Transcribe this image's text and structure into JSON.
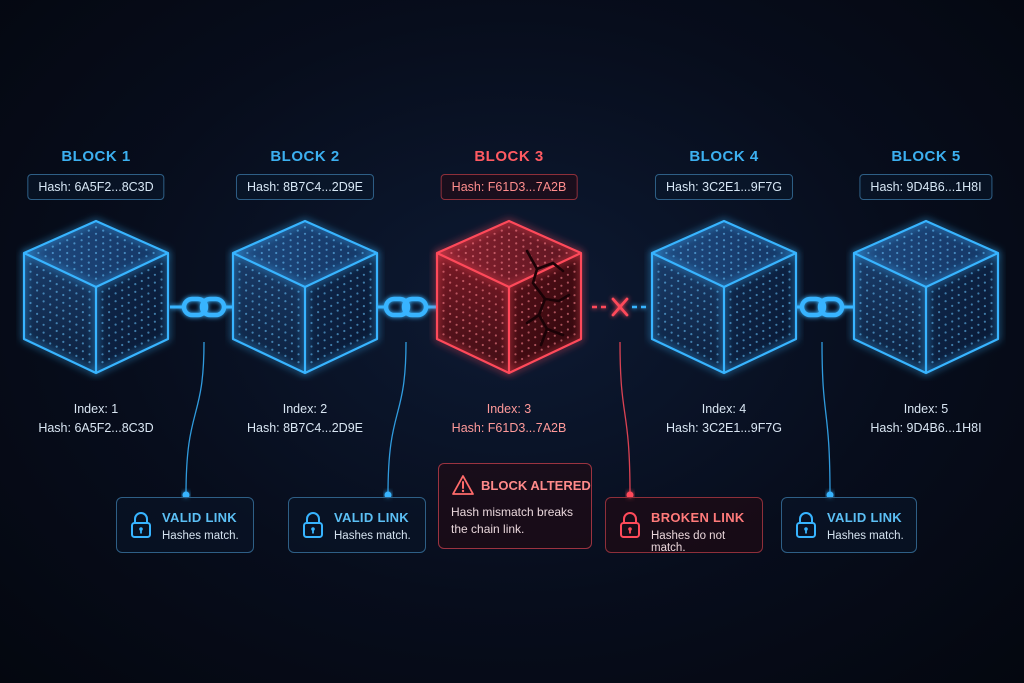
{
  "blocks": [
    {
      "title": "BLOCK 1",
      "hash_label": "Hash: 6A5F2...8C3D",
      "index": "Index: 1",
      "hash": "Hash: 6A5F2...8C3D",
      "state": "valid"
    },
    {
      "title": "BLOCK 2",
      "hash_label": "Hash: 8B7C4...2D9E",
      "index": "Index: 2",
      "hash": "Hash: 8B7C4...2D9E",
      "state": "valid"
    },
    {
      "title": "BLOCK 3",
      "hash_label": "Hash: F61D3...7A2B",
      "index": "Index: 3",
      "hash": "Hash: F61D3...7A2B",
      "state": "altered"
    },
    {
      "title": "BLOCK 4",
      "hash_label": "Hash: 3C2E1...9F7G",
      "index": "Index: 4",
      "hash": "Hash: 3C2E1...9F7G",
      "state": "valid"
    },
    {
      "title": "BLOCK 5",
      "hash_label": "Hash: 9D4B6...1H8I",
      "index": "Index: 5",
      "hash": "Hash: 9D4B6...1H8I",
      "state": "valid"
    }
  ],
  "links": [
    {
      "title": "VALID LINK",
      "desc": "Hashes match.",
      "state": "valid"
    },
    {
      "title": "VALID LINK",
      "desc": "Hashes match.",
      "state": "valid"
    },
    {
      "title": "BROKEN LINK",
      "desc": "Hashes do not match.",
      "state": "broken"
    },
    {
      "title": "VALID LINK",
      "desc": "Hashes match.",
      "state": "valid"
    }
  ],
  "alert": {
    "title": "BLOCK ALTERED",
    "desc": "Hash mismatch breaks the chain link.",
    "icon": "warning-triangle-icon"
  },
  "colors": {
    "valid": "#37b4ff",
    "altered": "#ff4a5a",
    "valid_title": "#3cb0f0",
    "altered_title": "#ff5a62",
    "broken_text": "#ff7a7a"
  }
}
